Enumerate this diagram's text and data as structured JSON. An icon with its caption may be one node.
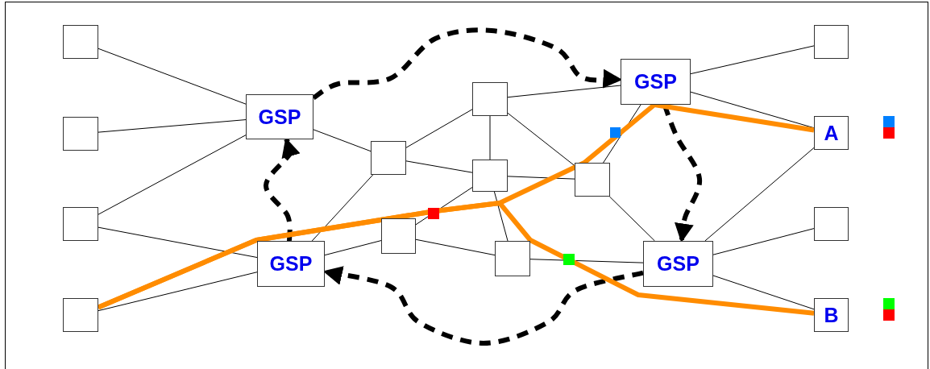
{
  "diagram": {
    "nodes": [
      {
        "text": [],
        "shape": "box"
      },
      {
        "text": [],
        "shape": "box"
      },
      {
        "text": [],
        "shape": "box"
      },
      {
        "text": [],
        "shape": "box"
      },
      {
        "text": [
          "GSP"
        ]
      },
      {
        "text": [
          "GSP"
        ]
      },
      {
        "text": [],
        "shape": "box"
      },
      {
        "text": [],
        "shape": "box"
      },
      {
        "text": [],
        "shape": "box"
      },
      {
        "text": [],
        "shape": "box"
      },
      {
        "text": [],
        "shape": "box"
      },
      {
        "text": [],
        "shape": "box"
      },
      {
        "text": [
          "GSP"
        ]
      },
      {
        "text": [
          "GSP"
        ]
      },
      {
        "text": [],
        "shape": "box"
      },
      {
        "text": [
          "A"
        ]
      },
      {
        "text": [],
        "shape": "box"
      },
      {
        "text": [
          "B"
        ]
      }
    ],
    "edges": [
      {
        "from": 0,
        "to": 4,
        "arrow": "none"
      },
      {
        "from": 1,
        "to": 4,
        "arrow": "none"
      },
      {
        "from": 2,
        "to": 4,
        "arrow": "none"
      },
      {
        "from": 2,
        "to": 5,
        "arrow": "none"
      },
      {
        "from": 3,
        "to": 5,
        "arrow": "none"
      },
      {
        "from": 4,
        "to": 6,
        "arrow": "none"
      },
      {
        "from": 5,
        "to": 6,
        "arrow": "none"
      },
      {
        "from": 5,
        "to": 10,
        "arrow": "none"
      },
      {
        "from": 6,
        "to": 7,
        "arrow": "none"
      },
      {
        "from": 6,
        "to": 8,
        "arrow": "none"
      },
      {
        "from": 7,
        "to": 8,
        "arrow": "none"
      },
      {
        "from": 7,
        "to": 9,
        "arrow": "none"
      },
      {
        "from": 7,
        "to": 12,
        "arrow": "none"
      },
      {
        "from": 8,
        "to": 9,
        "arrow": "none"
      },
      {
        "from": 8,
        "to": 10,
        "arrow": "none"
      },
      {
        "from": 8,
        "to": 11,
        "arrow": "none"
      },
      {
        "from": 9,
        "to": 12,
        "arrow": "none"
      },
      {
        "from": 9,
        "to": 13,
        "arrow": "none"
      },
      {
        "from": 10,
        "to": 11,
        "arrow": "none"
      },
      {
        "from": 11,
        "to": 13,
        "arrow": "none"
      },
      {
        "from": 12,
        "to": 14,
        "arrow": "none"
      },
      {
        "from": 12,
        "to": 15,
        "arrow": "none"
      },
      {
        "from": 13,
        "to": 15,
        "arrow": "none"
      },
      {
        "from": 13,
        "to": 16,
        "arrow": "none"
      },
      {
        "from": 13,
        "to": 17,
        "arrow": "none"
      },
      {
        "from": 4,
        "to": 12,
        "arrow": "to",
        "style": "dashed"
      },
      {
        "from": 12,
        "to": 13,
        "arrow": "to",
        "style": "dashed"
      },
      {
        "from": 13,
        "to": 5,
        "arrow": "to",
        "style": "dashed"
      },
      {
        "from": 5,
        "to": 4,
        "arrow": "to",
        "style": "dashed"
      },
      {
        "from": 3,
        "to": 15,
        "arrow": "none",
        "style": "thick",
        "color": "#ff8c00"
      },
      {
        "from": 3,
        "to": 17,
        "arrow": "none",
        "style": "thick",
        "color": "#ff8c00"
      }
    ]
  }
}
